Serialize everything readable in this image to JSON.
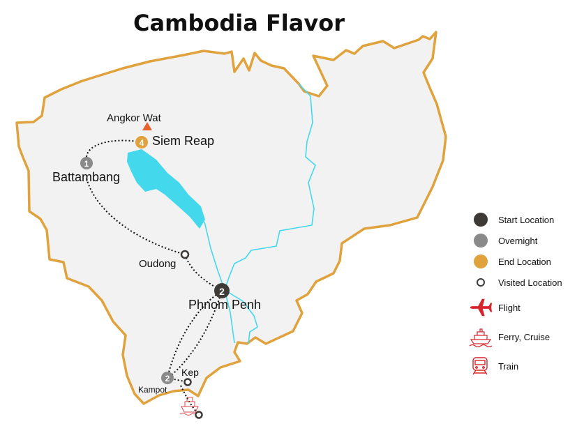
{
  "title": "Cambodia Flavor",
  "colors": {
    "start": "#3d3a37",
    "overnight": "#8a8a8a",
    "end": "#e0a23c",
    "visited": "#3d3a37",
    "transport": "#d6262c",
    "border": "#e0a23c",
    "land": "#f2f2f2",
    "river": "#43d8ec",
    "landmark": "#e8602c"
  },
  "places": {
    "angkor_wat": "Angkor Wat",
    "siem_reap": {
      "label": "Siem Reap",
      "badge": "4"
    },
    "battambang": {
      "label": "Battambang",
      "badge": "1"
    },
    "oudong": "Oudong",
    "phnom_penh": {
      "label": "Phnom Penh",
      "badge": "2"
    },
    "kampot": {
      "label": "Kampot",
      "badge": "2"
    },
    "kep": "Kep"
  },
  "legend": [
    {
      "icon": "start-dot",
      "label": "Start Location"
    },
    {
      "icon": "overnight-dot",
      "label": "Overnight"
    },
    {
      "icon": "end-dot",
      "label": "End Location"
    },
    {
      "icon": "visited-ring",
      "label": "Visited Location"
    },
    {
      "icon": "plane-icon",
      "label": "Flight"
    },
    {
      "icon": "ship-icon",
      "label": "Ferry, Cruise"
    },
    {
      "icon": "train-icon",
      "label": "Train"
    }
  ]
}
